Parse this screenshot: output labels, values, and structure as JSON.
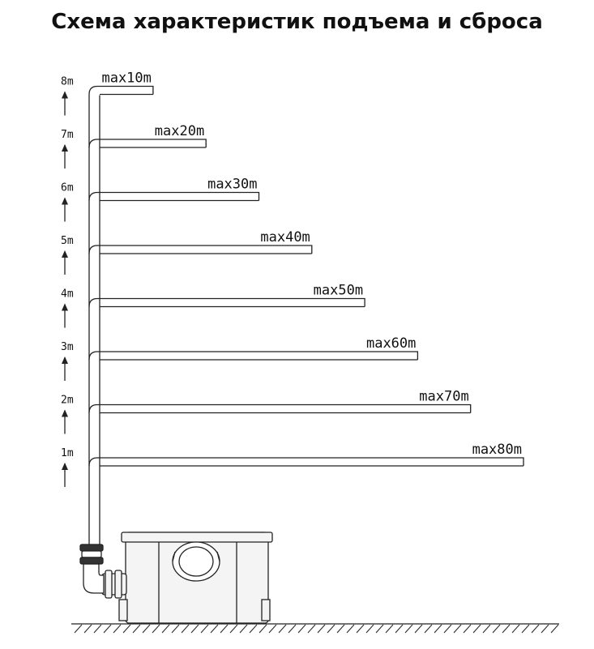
{
  "title": "Схема характеристик подъема и сброса",
  "height_marks": [
    "1m",
    "2m",
    "3m",
    "4m",
    "5m",
    "6m",
    "7m",
    "8m"
  ],
  "discharge_limits": [
    "max80m",
    "max70m",
    "max60m",
    "max50m",
    "max40m",
    "max30m",
    "max20m",
    "max10m"
  ],
  "colors": {
    "line": "#222222",
    "pump_fill": "#f4f4f4"
  }
}
